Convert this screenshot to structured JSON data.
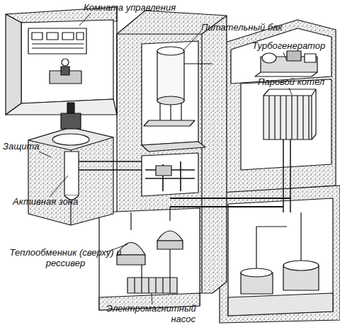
{
  "diagram": {
    "labels": [
      "Комната управления",
      "Питательный бак",
      "Турбогенератор",
      "Паровой котел",
      "Защита",
      "Активная зона",
      "Теплообменник (сверху) и рессивер",
      "Электромагнитный насос"
    ]
  }
}
